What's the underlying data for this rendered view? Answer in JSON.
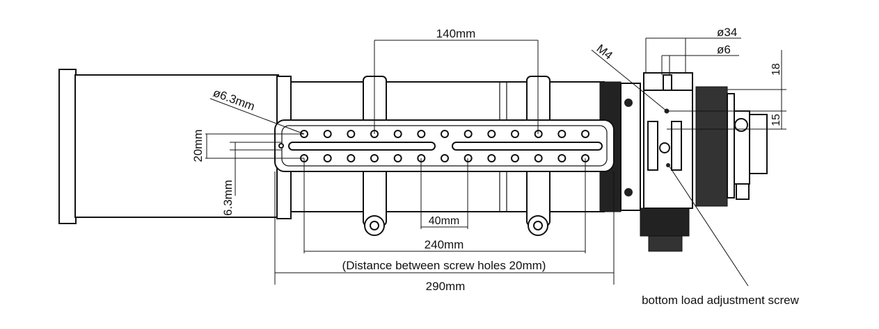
{
  "labels": {
    "spacing_140": "140mm",
    "spacing_40": "40mm",
    "spacing_240": "240mm",
    "hole_distance_note": "(Distance between screw holes 20mm)",
    "length_290": "290mm",
    "row_spacing_20": "20mm",
    "slot_width_6_3": "6.3mm",
    "hole_diameter": "ø6.3mm",
    "thread_m4": "M4",
    "diameter_34": "ø34",
    "diameter_6": "ø6",
    "height_18": "18",
    "height_15": "15",
    "bottom_screw": "bottom load adjustment screw"
  },
  "hole_count_per_row": 13
}
